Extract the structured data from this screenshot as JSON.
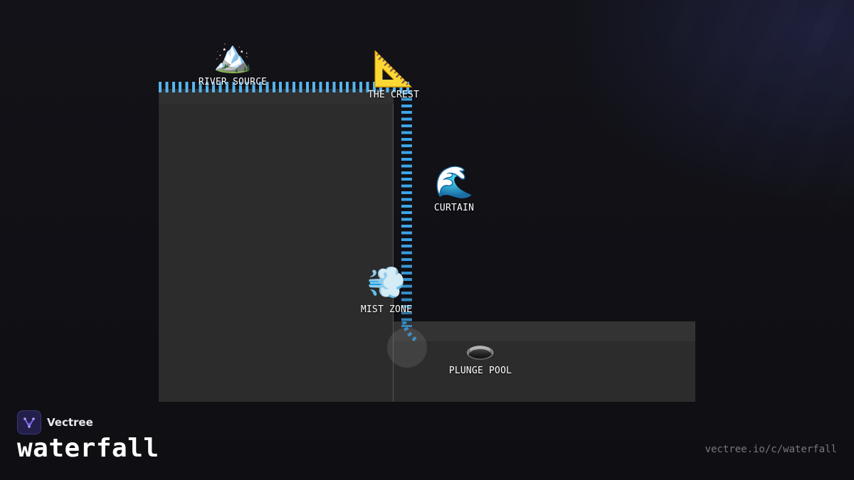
{
  "colors": {
    "background": "#0f0f13",
    "cliff": "#2c2c2c",
    "water_light": "#56b4ec",
    "water_dark": "#3ea5e6",
    "brand_accent": "#8a6cff"
  },
  "diagram": {
    "nodes": [
      {
        "id": "river-source",
        "icon": "mountain-icon",
        "glyph": "🏔️",
        "label": "RIVER SOURCE"
      },
      {
        "id": "the-crest",
        "icon": "triangular-ruler-icon",
        "glyph": "📐",
        "label": "THE CREST"
      },
      {
        "id": "curtain",
        "icon": "water-wave-icon",
        "glyph": "🌊",
        "label": "CURTAIN"
      },
      {
        "id": "mist-zone",
        "icon": "dash-wind-icon",
        "glyph": "💨",
        "label": "MIST ZONE"
      },
      {
        "id": "plunge-pool",
        "icon": "hole-icon",
        "glyph": "🕳️",
        "label": "PLUNGE POOL"
      }
    ]
  },
  "brand": {
    "name": "Vectree",
    "icon": "vectree-logo-icon"
  },
  "page": {
    "title": "waterfall",
    "url": "vectree.io/c/waterfall"
  }
}
